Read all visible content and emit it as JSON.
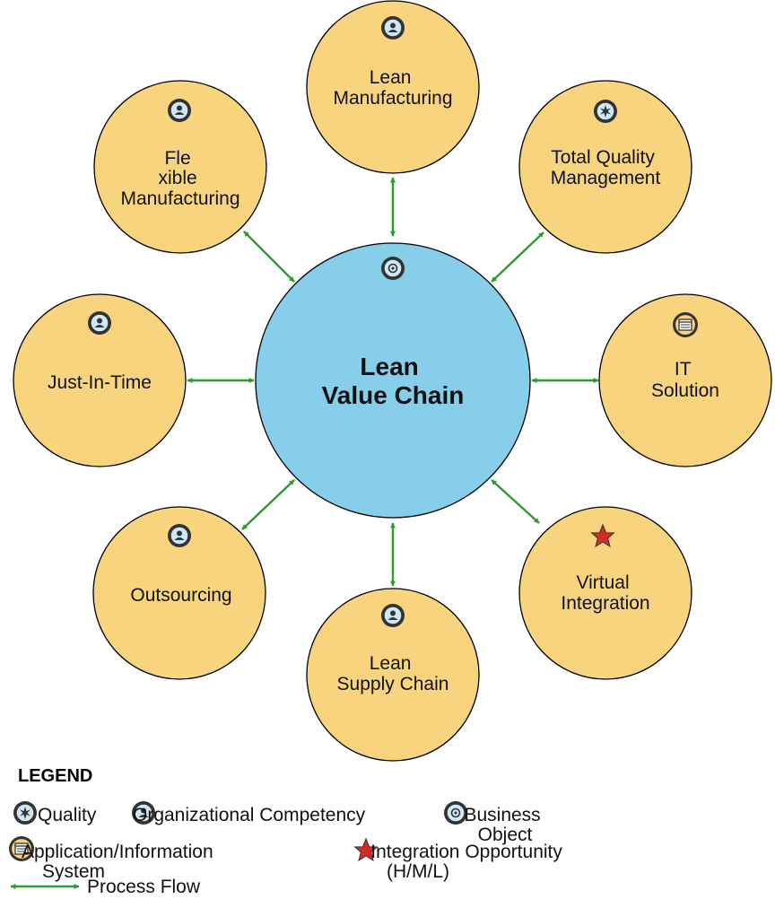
{
  "diagram": {
    "center": {
      "lines": [
        "Lean",
        "Value Chain"
      ],
      "icon": "business-object-icon"
    },
    "nodes": [
      {
        "id": "lean-manufacturing",
        "lines": [
          "Lean",
          "Manufacturing"
        ],
        "icon": "organizational-competency-icon"
      },
      {
        "id": "total-quality-management",
        "lines": [
          "Total Quality",
          "Management"
        ],
        "icon": "quality-icon"
      },
      {
        "id": "it-solution",
        "lines": [
          "IT",
          "Solution"
        ],
        "icon": "application-information-system-icon"
      },
      {
        "id": "virtual-integration",
        "lines": [
          "Virtual",
          "Integration"
        ],
        "icon": "integration-opportunity-icon"
      },
      {
        "id": "lean-supply-chain",
        "lines": [
          "Lean",
          "Supply Chain"
        ],
        "icon": "organizational-competency-icon"
      },
      {
        "id": "outsourcing",
        "lines": [
          "Outsourcing"
        ],
        "icon": "organizational-competency-icon"
      },
      {
        "id": "just-in-time",
        "lines": [
          "Just-In-Time"
        ],
        "icon": "organizational-competency-icon"
      },
      {
        "id": "flexible-manufacturing",
        "lines": [
          "Fle",
          "xible",
          "Manufacturing"
        ],
        "icon": "organizational-competency-icon"
      }
    ]
  },
  "legend": {
    "title": "LEGEND",
    "quality": [
      "Quality"
    ],
    "organizational_competency": [
      "Organizational Competency"
    ],
    "business_object": [
      "Business",
      "Object"
    ],
    "application_system": [
      "Application/Information",
      "System"
    ],
    "integration_opportunity": [
      "Integration Opportunity",
      "(H/M/L)"
    ],
    "process_flow": [
      "Process Flow"
    ]
  },
  "colors": {
    "node_fill": "#f9d47f",
    "center_fill": "#87ceeb",
    "arrow": "#2a9d2a",
    "icon_fill": "#cfe8f5",
    "star": "#d42a2a"
  }
}
